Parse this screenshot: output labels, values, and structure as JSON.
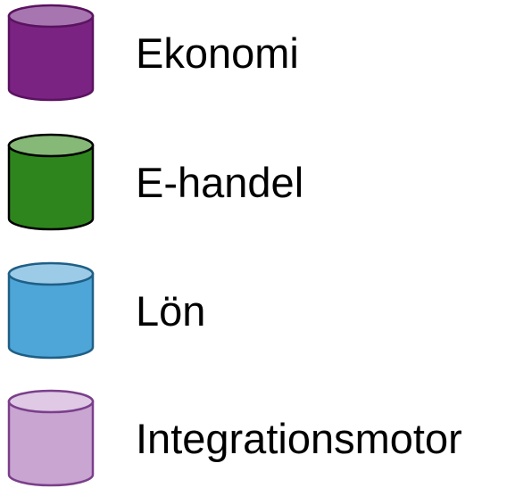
{
  "legend": {
    "items": [
      {
        "label": "Ekonomi",
        "icon": "database-cylinder-icon",
        "color": "#7b2382",
        "top_color": "#a776b0",
        "stroke": "#5a1360"
      },
      {
        "label": "E-handel",
        "icon": "database-cylinder-icon",
        "color": "#2e851d",
        "top_color": "#86b877",
        "stroke": "#000000"
      },
      {
        "label": "Lön",
        "icon": "database-cylinder-icon",
        "color": "#4da6d7",
        "top_color": "#9ccbe8",
        "stroke": "#1f5f86"
      },
      {
        "label": "Integrationsmotor",
        "icon": "database-cylinder-icon",
        "color": "#c9a5d2",
        "top_color": "#dfc9e5",
        "stroke": "#7b3f8a"
      }
    ]
  }
}
